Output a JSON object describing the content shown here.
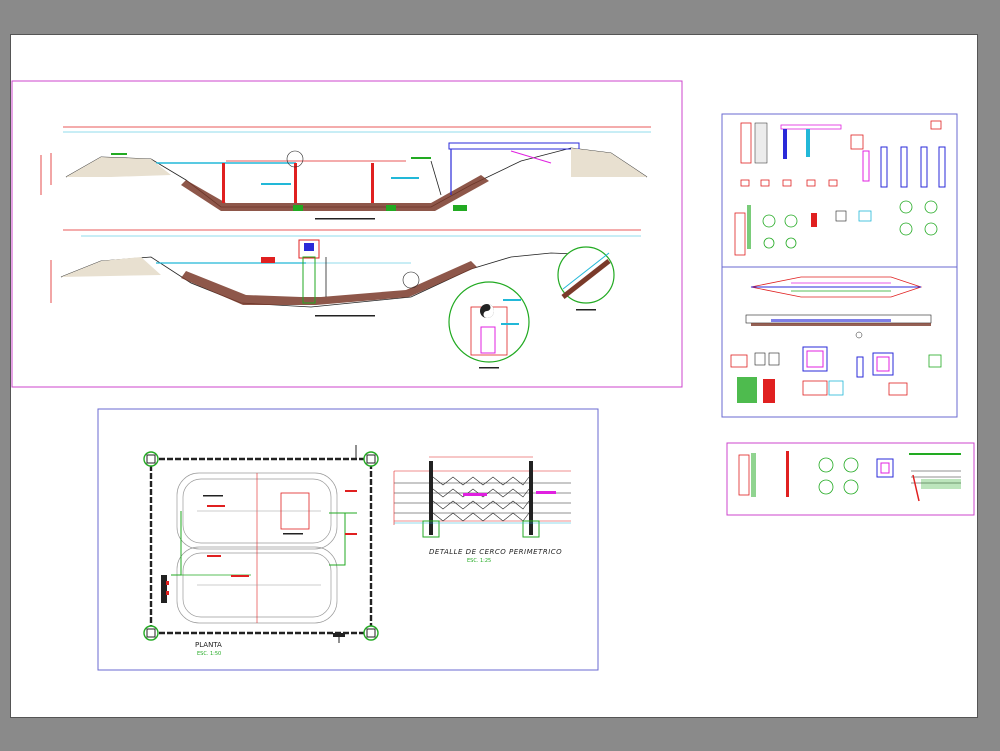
{
  "labels": {
    "plan_title": "PLANTA",
    "plan_scale": "ESC. 1:50",
    "fence_title": "DETALLE DE CERCO PERIMETRICO",
    "fence_scale": "ESC. 1:25"
  },
  "colors": {
    "background": "#8a8a8a",
    "sheet": "#ffffff",
    "panel_border_magenta": "#cc44cc",
    "panel_border_blue": "#6a6ad0",
    "cad_red": "#e02020",
    "cad_cyan": "#22b8d8",
    "cad_green": "#22aa22",
    "cad_brown": "#7a3a2a",
    "cad_magenta": "#e020e0",
    "cad_blue": "#2a2ad8"
  }
}
